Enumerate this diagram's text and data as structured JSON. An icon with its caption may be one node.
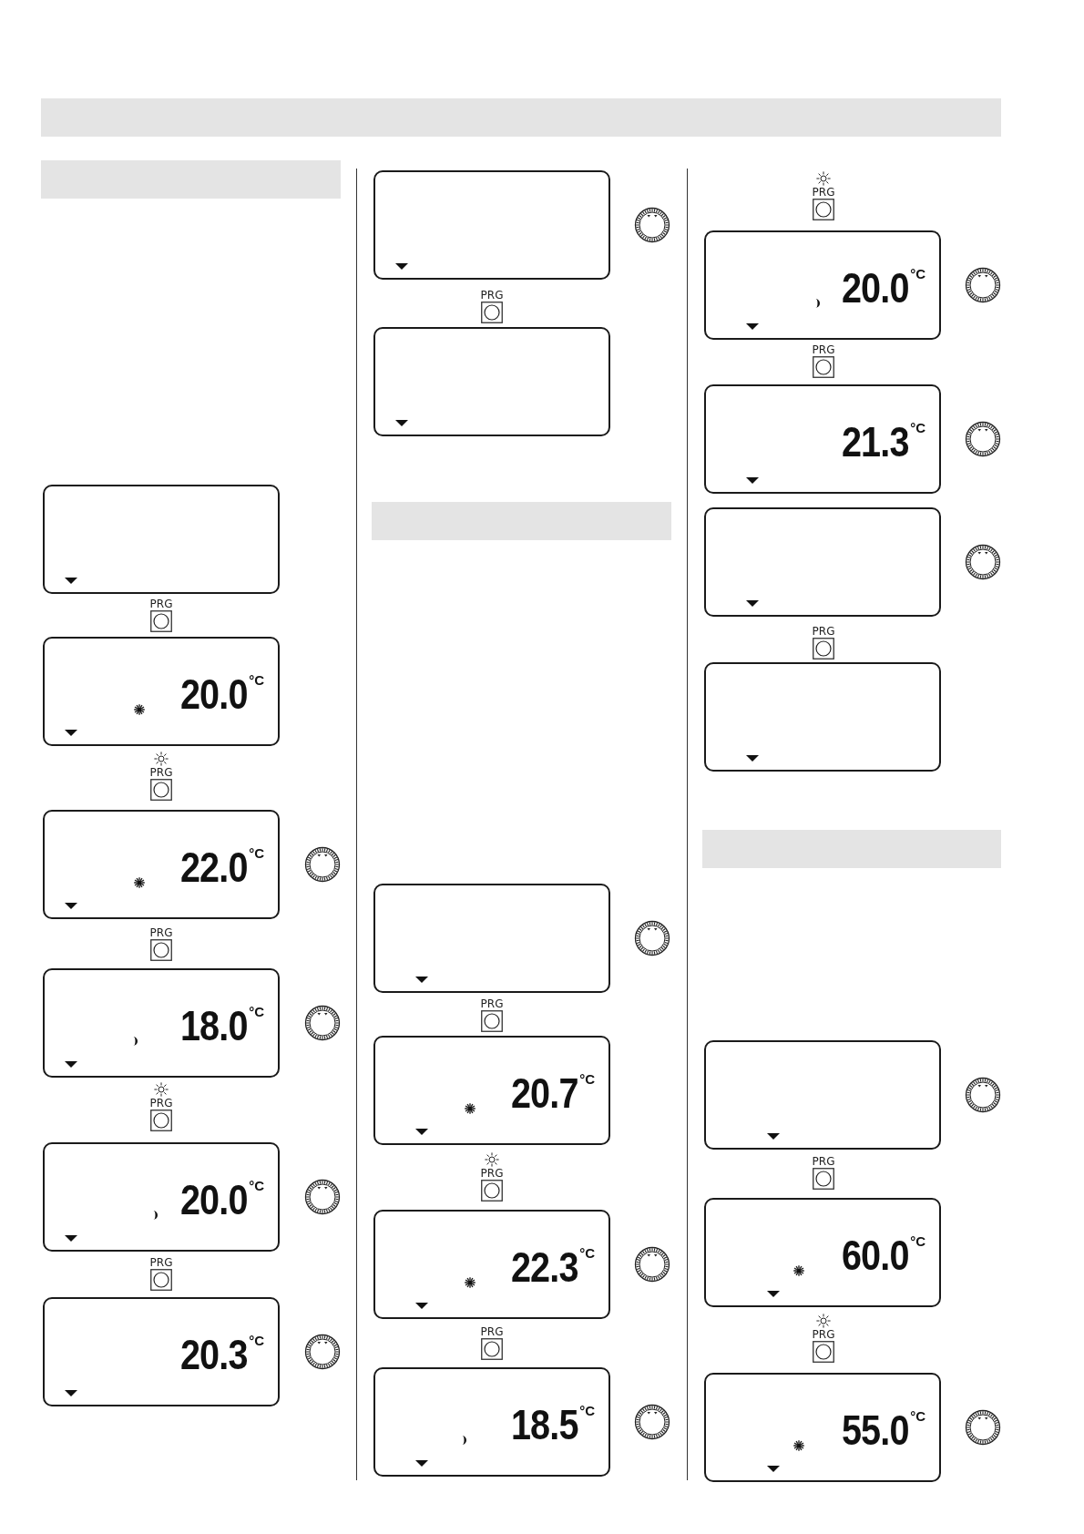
{
  "diagram": {
    "nodes": [
      {
        "text": [],
        "shape": "bar"
      },
      {
        "text": [],
        "shape": "bar"
      },
      {
        "text": [],
        "shape": "box"
      },
      {
        "text": [
          "PRG"
        ]
      },
      {
        "text": [
          "20.0",
          "°C"
        ]
      },
      {
        "text": [
          "PRG"
        ]
      },
      {
        "text": [
          "22.0",
          "°C"
        ]
      },
      {
        "text": [
          "PRG"
        ]
      },
      {
        "text": [
          "18.0",
          "°C"
        ]
      },
      {
        "text": [
          "PRG"
        ]
      },
      {
        "text": [
          "20.0",
          "°C"
        ]
      },
      {
        "text": [
          "PRG"
        ]
      },
      {
        "text": [
          "20.3",
          "°C"
        ]
      },
      {
        "text": [],
        "shape": "box"
      },
      {
        "text": [
          "PRG"
        ]
      },
      {
        "text": [],
        "shape": "box"
      },
      {
        "text": [],
        "shape": "bar"
      },
      {
        "text": [],
        "shape": "box"
      },
      {
        "text": [
          "PRG"
        ]
      },
      {
        "text": [
          "20.7",
          "°C"
        ]
      },
      {
        "text": [
          "PRG"
        ]
      },
      {
        "text": [
          "22.3",
          "°C"
        ]
      },
      {
        "text": [
          "PRG"
        ]
      },
      {
        "text": [
          "18.5",
          "°C"
        ]
      },
      {
        "text": [
          "PRG"
        ]
      },
      {
        "text": [
          "20.0",
          "°C"
        ]
      },
      {
        "text": [
          "PRG"
        ]
      },
      {
        "text": [
          "21.3",
          "°C"
        ]
      },
      {
        "text": [],
        "shape": "box"
      },
      {
        "text": [
          "PRG"
        ]
      },
      {
        "text": [],
        "shape": "box"
      },
      {
        "text": [],
        "shape": "bar"
      },
      {
        "text": [],
        "shape": "box"
      },
      {
        "text": [
          "PRG"
        ]
      },
      {
        "text": [
          "60.0",
          "°C"
        ]
      },
      {
        "text": [
          "PRG"
        ]
      },
      {
        "text": [
          "55.0",
          "°C"
        ]
      }
    ]
  }
}
